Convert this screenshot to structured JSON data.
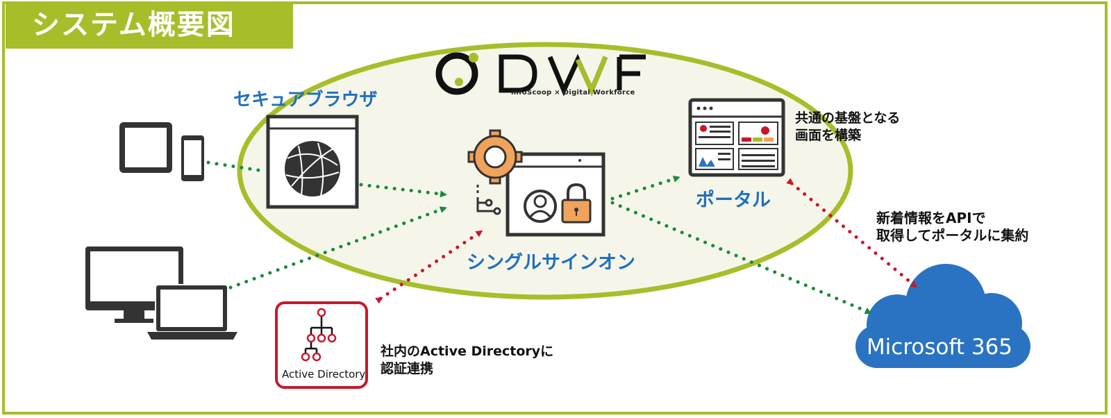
{
  "title": "システム概要図",
  "logo": {
    "brand": "DWF",
    "tagline": "infoScoop × Digital Workforce"
  },
  "labels": {
    "secure_browser": "セキュアブラウザ",
    "sso": "シングルサインオン",
    "portal": "ポータル",
    "active_directory": "Active Directory",
    "microsoft365": "Microsoft 365"
  },
  "notes": {
    "portal": [
      "共通の基盤となる",
      "画面を構築"
    ],
    "api": [
      "新着情報をAPIで",
      "取得してポータルに集約"
    ],
    "ad": [
      "社内のActive Directoryに",
      "認証連携"
    ]
  },
  "colors": {
    "accent_green": "#a8bd2a",
    "ellipse_fill": "#f5f6e9",
    "label_blue": "#1f6fbf",
    "green_arrow": "#1a8a3a",
    "red_arrow": "#c7182b",
    "gear_orange": "#f0a35a",
    "cloud_blue": "#2a73c2",
    "ad_red": "#c7182b"
  },
  "icons": [
    "tablet-icon",
    "smartphone-icon",
    "monitor-icon",
    "laptop-icon",
    "browser-globe-icon",
    "gear-icon",
    "sso-window-icon",
    "lock-icon",
    "user-icon",
    "portal-window-icon",
    "ad-tree-icon",
    "cloud-icon"
  ]
}
